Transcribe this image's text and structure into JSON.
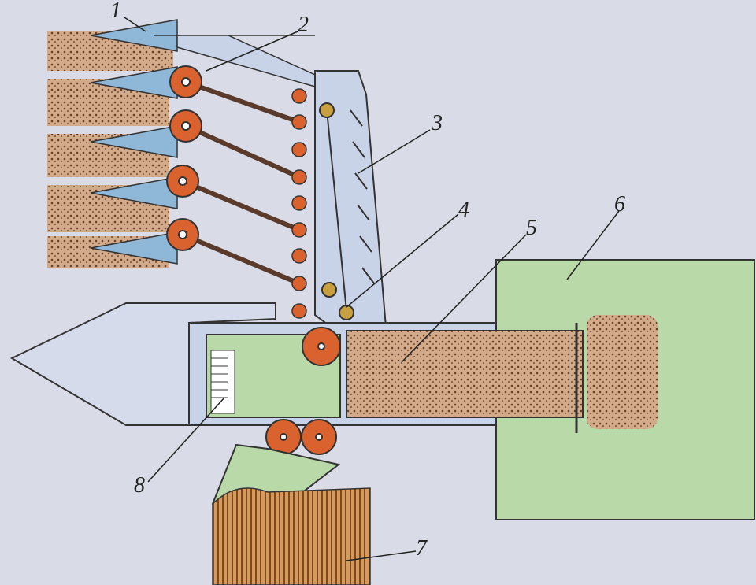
{
  "diagram": {
    "labels": [
      "1",
      "2",
      "3",
      "4",
      "5",
      "6",
      "7",
      "8"
    ],
    "colors": {
      "background": "#d9dce6",
      "material": "#c49a7a",
      "roller": "#d9622e",
      "knife": "#8fb8d8",
      "chamber": "#b9d9a8",
      "bale": "#c8894a"
    }
  }
}
